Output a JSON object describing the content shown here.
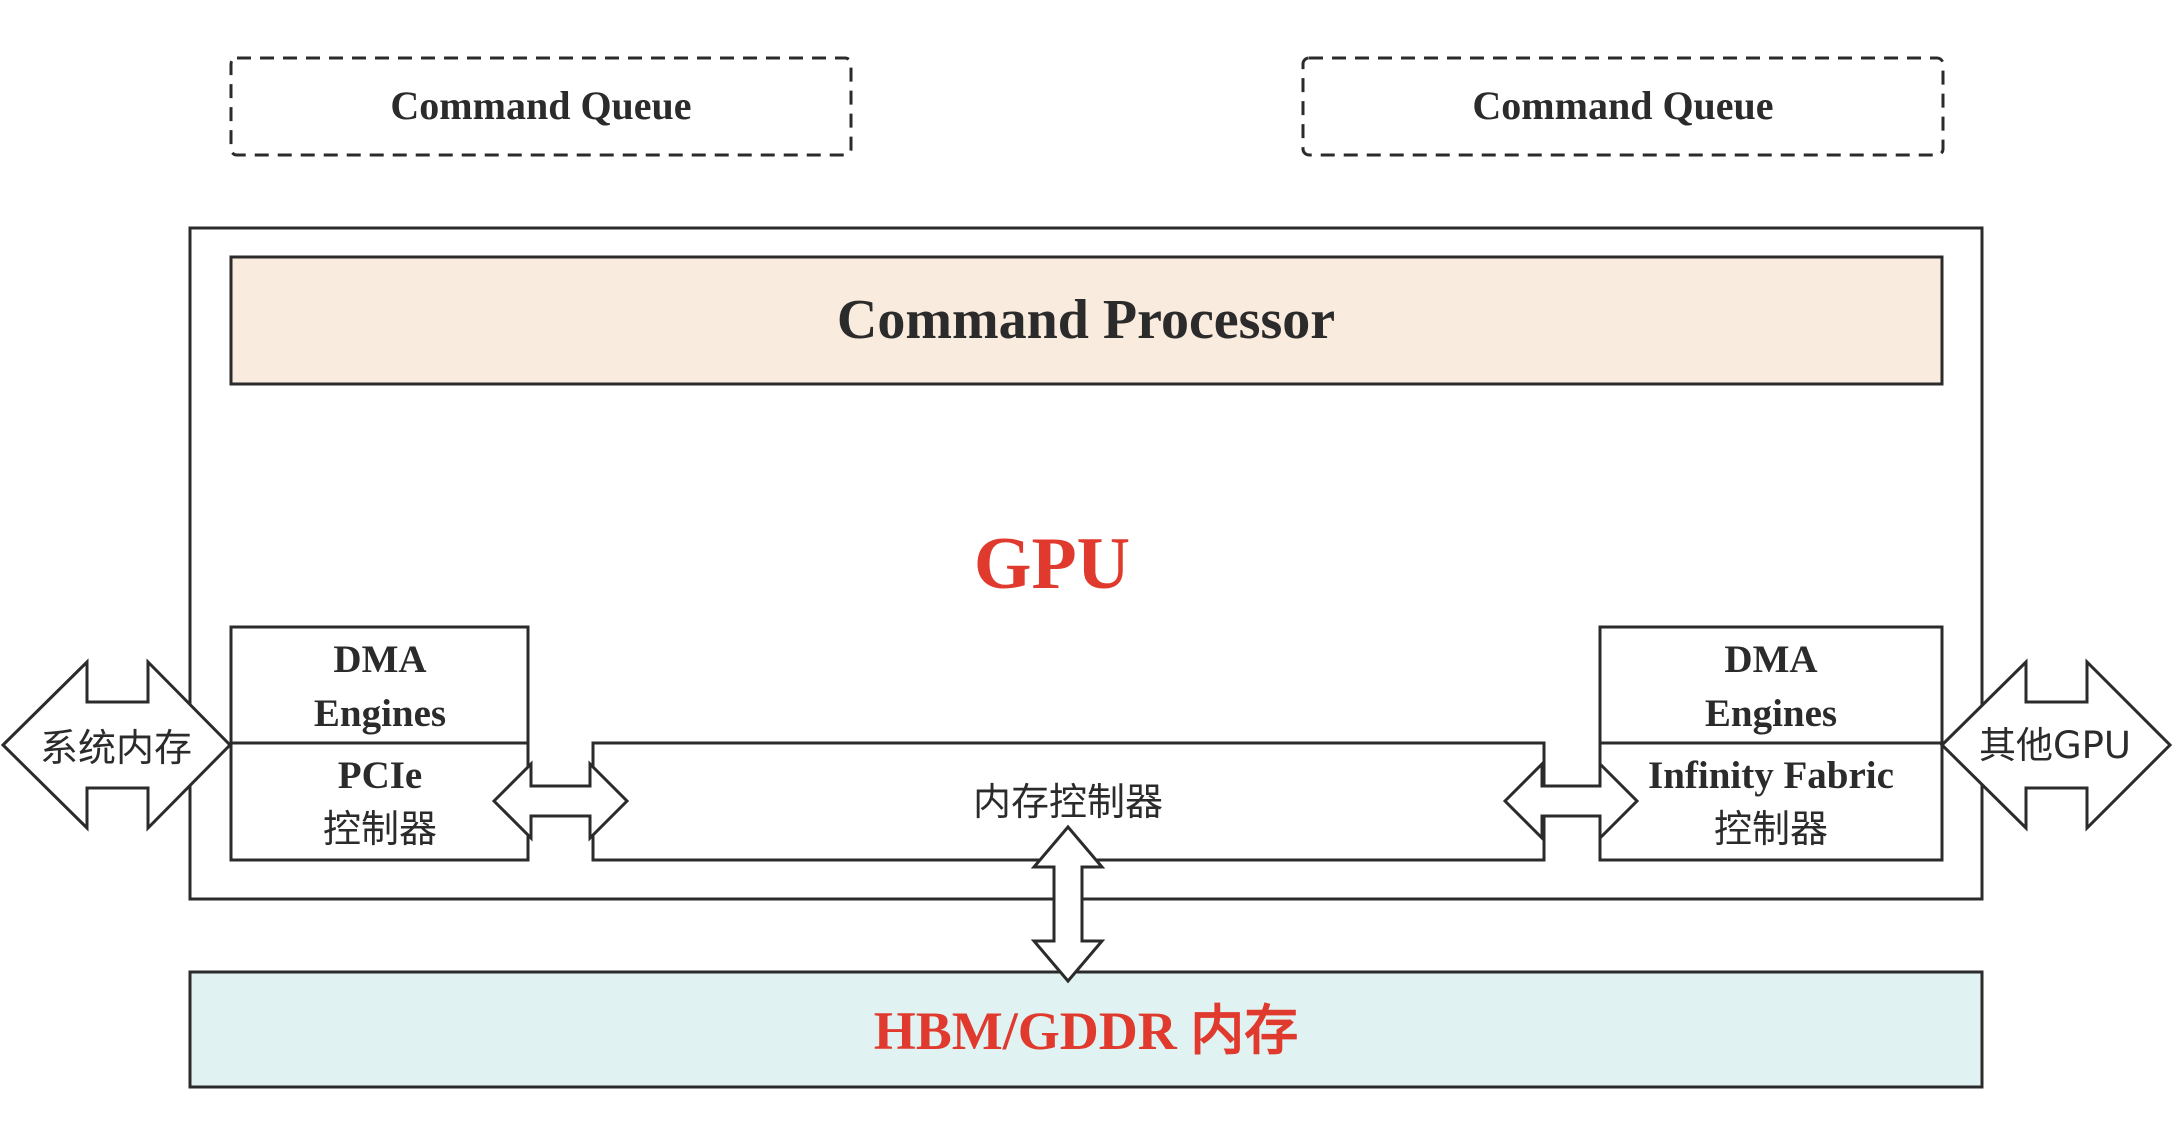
{
  "command_queues": [
    {
      "label": "Command Queue"
    },
    {
      "label": "Command Queue"
    }
  ],
  "gpu": {
    "label": "GPU",
    "command_processor": "Command Processor",
    "left_dma": {
      "line1": "DMA",
      "line2": "Engines"
    },
    "pcie": {
      "line1": "PCIe",
      "line2": "控制器"
    },
    "memory_controller": "内存控制器",
    "right_dma": {
      "line1": "DMA",
      "line2": "Engines"
    },
    "infinity_fabric": {
      "line1": "Infinity Fabric",
      "line2": "控制器"
    }
  },
  "external": {
    "system_memory": "系统内存",
    "other_gpu": "其他GPU"
  },
  "hbm": {
    "label": "HBM/GDDR 内存"
  },
  "colors": {
    "command_processor_fill": "#f9ebdd",
    "hbm_fill": "#e0f3f2",
    "accent_red": "#e03a2f",
    "text_dark": "#2b2b2b",
    "stroke": "#2b2b2b"
  }
}
